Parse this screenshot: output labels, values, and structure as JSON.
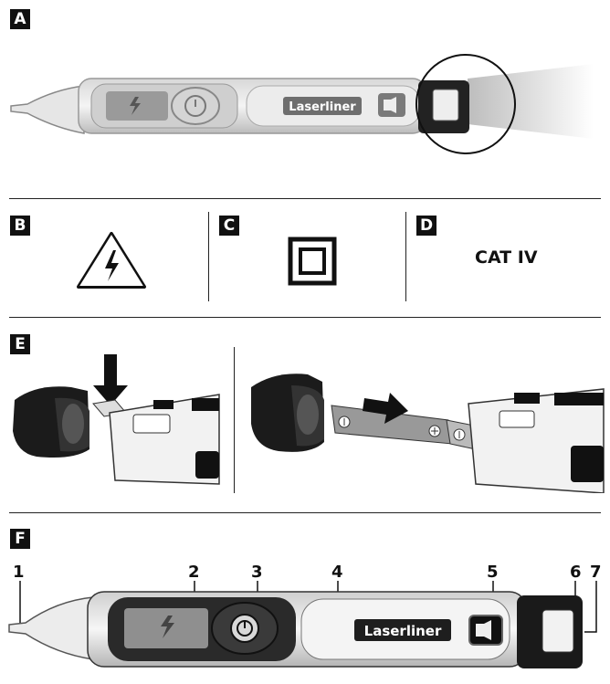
{
  "sections": {
    "a": "A",
    "b": "B",
    "c": "C",
    "d": "D",
    "e": "E",
    "f": "F"
  },
  "brand": "Laserliner",
  "category_rating": "CAT IV",
  "callouts": [
    "1",
    "2",
    "3",
    "4",
    "5",
    "6",
    "7"
  ],
  "icons": {
    "warning": "high-voltage-warning-icon",
    "double_insulation": "double-insulation-icon",
    "flashlight": "flashlight-icon",
    "power": "power-icon",
    "lightning": "lightning-bolt-icon"
  }
}
